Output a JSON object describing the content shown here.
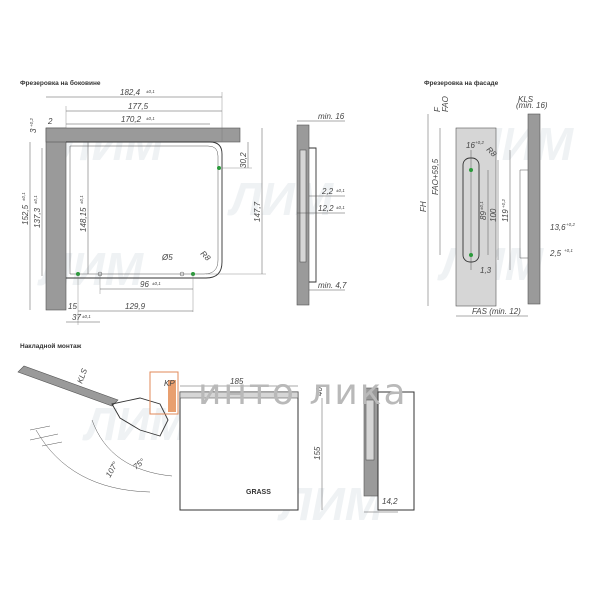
{
  "labels": {
    "side_milling": "Фрезеровка на боковине",
    "front_milling": "Фрезеровка на фасаде",
    "overlay_mount": "Накладной монтаж"
  },
  "side": {
    "d_182_4": "182,4",
    "d_182_4_tol": "±0,1",
    "d_177_5": "177,5",
    "d_170_2": "170,2",
    "d_170_2_tol": "±0,1",
    "d_2": "2",
    "d_3": "3",
    "d_3_tol": "+0,2",
    "d_152_5": "152,5",
    "d_152_5_tol": "±0,1",
    "d_137_3": "137,3",
    "d_137_3_tol": "±0,1",
    "d_148_15": "148,15",
    "d_148_15_tol": "±0,1",
    "d_30_2": "30,2",
    "d_147_7": "147,7",
    "d_5": "Ø5",
    "d_r8": "R8",
    "d_96": "96",
    "d_96_tol": "±0,1",
    "d_15": "15",
    "d_129_9": "129,9",
    "d_37": "37",
    "d_37_tol": "±0,1",
    "d_min16": "min. 16",
    "d_2_2": "2,2",
    "d_2_2_tol": "±0,1",
    "d_12_2": "12,2",
    "d_12_2_tol": "±0,1",
    "d_min4_7": "min. 4,7"
  },
  "front": {
    "f": "F",
    "fao": "FAO",
    "kls": "KLS",
    "kls_min": "(min. 16)",
    "fao_59_5": "FAO+59,5",
    "fh": "FH",
    "d_16": "16",
    "d_16_tol": "+0,2",
    "d_r8": "R8",
    "d_89": "89",
    "d_89_tol": "±0,1",
    "d_100": "100",
    "d_119": "119",
    "d_119_tol": "+0,2",
    "d_1_3": "1,3",
    "d_13_6": "13,6",
    "d_13_6_tol": "+0,2",
    "d_2_5": "2,5",
    "d_2_5_tol": "+0,1",
    "fas": "FAS (min. 12)"
  },
  "overlay": {
    "kls": "KLS",
    "kp": "KP",
    "d_185": "185",
    "d_40": "40",
    "d_155": "155",
    "a_75": "75°",
    "a_107": "107°",
    "d_14_2": "14,2",
    "brand": "GRASS"
  },
  "logo_text": "инто лика",
  "watermark": "ЛИМ"
}
